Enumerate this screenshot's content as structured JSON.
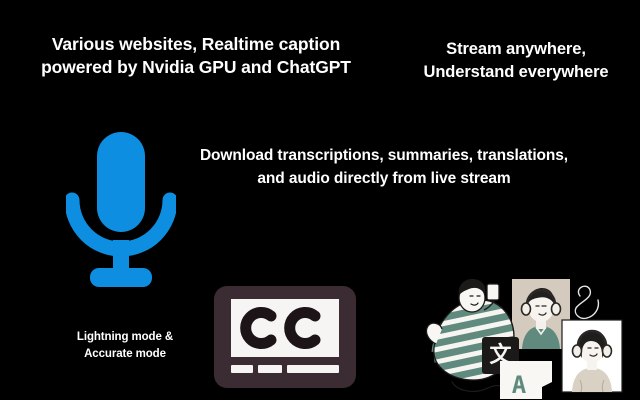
{
  "poster": {
    "background_color": "#000000",
    "text_color": "#ffffff",
    "accent_blue": "#0d8ee0",
    "cc_frame_color": "#3b2b33",
    "illustration_teal": "#5f8a7d",
    "illustration_beige": "#d8cfc2"
  },
  "headlines": {
    "websites": "Various websites, Realtime caption powered by Nvidia GPU and ChatGPT",
    "stream": "Stream anywhere,\nUnderstand everywhere",
    "download": "Download transcriptions, summaries, translations, and audio directly from live stream"
  },
  "captions": {
    "modes": "Lightning mode &\nAccurate mode"
  },
  "icons": {
    "microphone": "microphone-icon",
    "closed_caption": "closed-caption-icon",
    "closed_caption_label": "CC",
    "translate_source_glyph": "文",
    "translate_target_glyph": "A"
  },
  "illustration": {
    "name": "people-listening-with-headphones-illustration",
    "figures": [
      "person-reclining-with-phone",
      "video-call-person-green-shirt",
      "video-call-person-beige-sweater"
    ],
    "decor": "squiggle-doodle"
  }
}
